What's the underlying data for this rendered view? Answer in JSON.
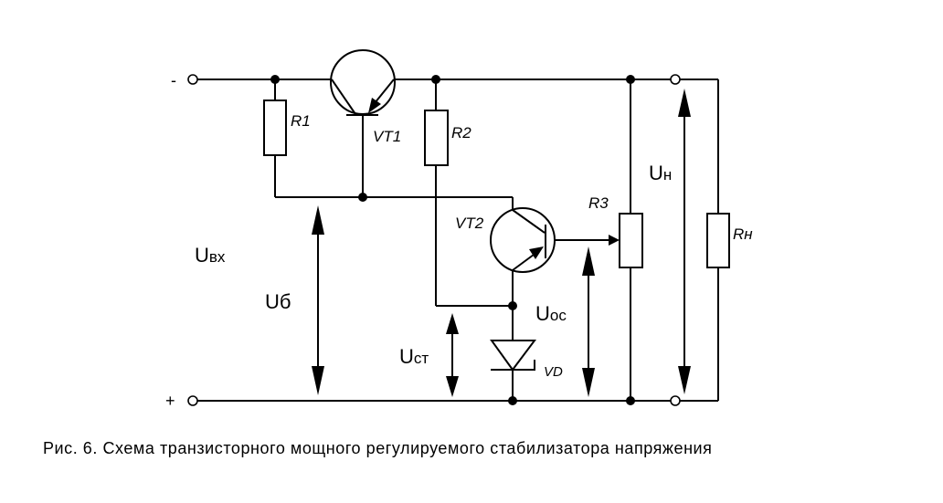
{
  "figure": {
    "caption": "Рис. 6. Схема транзисторного мощного регулируемого стабилизатора напряжения",
    "colors": {
      "line": "#000000",
      "background": "#ffffff"
    }
  },
  "terminals": {
    "minus_sign": "-",
    "plus_sign": "+"
  },
  "components": {
    "r1": {
      "label": "R1",
      "type": "resistor"
    },
    "r2": {
      "label": "R2",
      "type": "resistor"
    },
    "r3": {
      "label": "R3",
      "type": "potentiometer"
    },
    "rn": {
      "label": "Rн",
      "type": "resistor"
    },
    "vt1": {
      "label": "VT1",
      "type": "pnp-transistor"
    },
    "vt2": {
      "label": "VT2",
      "type": "pnp-transistor"
    },
    "vd": {
      "label": "VD",
      "type": "zener-diode"
    }
  },
  "voltages": {
    "u_in": {
      "main": "U",
      "sub": "вх"
    },
    "u_b": {
      "main": "U",
      "sub": "б"
    },
    "u_st": {
      "main": "U",
      "sub": "ст"
    },
    "u_os": {
      "main": "U",
      "sub": "ос"
    },
    "u_n": {
      "main": "U",
      "sub": "н"
    }
  }
}
